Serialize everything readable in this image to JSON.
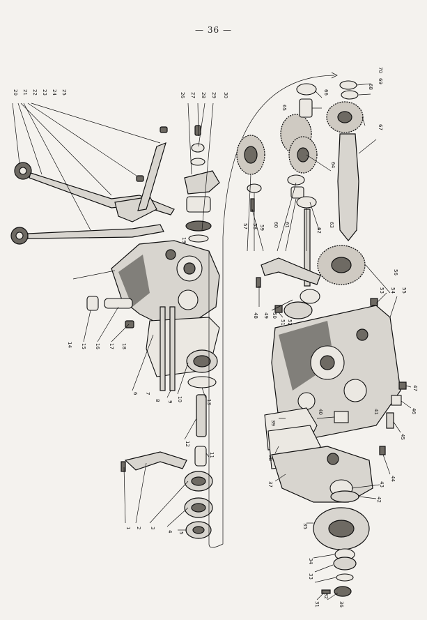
{
  "page": {
    "number": "— 36 —"
  },
  "labels": [
    "1",
    "2",
    "3",
    "4",
    "5",
    "6",
    "7",
    "8",
    "9",
    "10",
    "11",
    "12",
    "13",
    "14",
    "15",
    "16",
    "17",
    "18",
    "19",
    "20",
    "21",
    "22",
    "23",
    "24",
    "25",
    "26",
    "27",
    "28",
    "29",
    "30",
    "31",
    "32",
    "33",
    "34",
    "35",
    "36",
    "37",
    "38",
    "39",
    "40",
    "41",
    "42",
    "43",
    "44",
    "45",
    "46",
    "47",
    "48",
    "49",
    "50",
    "51",
    "52",
    "53",
    "54",
    "55",
    "56",
    "57",
    "58",
    "59",
    "60",
    "61",
    "62",
    "63",
    "64",
    "65",
    "66",
    "67",
    "68",
    "69",
    "70"
  ]
}
